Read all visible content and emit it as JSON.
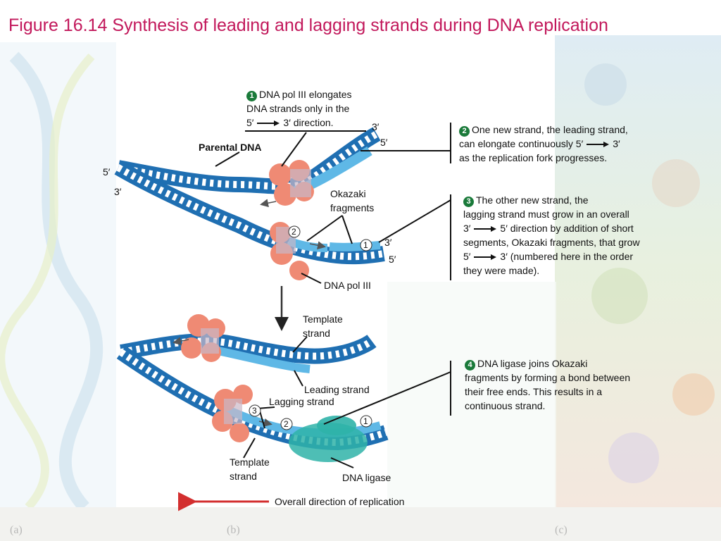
{
  "title": "Figure 16.14 Synthesis of leading and lagging strands during DNA replication",
  "panel_labels": [
    "(a)",
    "(b)",
    "(c)"
  ],
  "colors": {
    "title": "#c2185b",
    "parental_strand": "#1f6fb2",
    "new_strand": "#5fb8e6",
    "dna_pol_III": "#ef8a74",
    "dna_ligase": "#2fb3a8",
    "replication_arrow": "#d32f2f",
    "step_badge": "#1a7a3a"
  },
  "step1": {
    "num": "1",
    "line1": "DNA pol III elongates",
    "line2": "DNA strands only in the",
    "from": "5′",
    "to": "3′ direction."
  },
  "step2": {
    "num": "2",
    "line1": "One new strand, the leading strand,",
    "line2": "can elongate continuously  5′",
    "line2_end": "3′",
    "line3": "as the replication fork progresses."
  },
  "step3": {
    "num": "3",
    "line1": "The other new strand, the",
    "line2": "lagging strand must grow in an overall",
    "line3_start": "3′",
    "line3_end": "5′ direction by addition of short",
    "line4": "segments, Okazaki fragments, that grow",
    "line5_start": "5′",
    "line5_end": "3′ (numbered here in the order",
    "line6": "they were made)."
  },
  "step4": {
    "num": "4",
    "line1": "DNA ligase joins Okazaki",
    "line2": "fragments by forming a bond between",
    "line3": "their free ends. This results in a",
    "line4": "continuous strand."
  },
  "labels": {
    "parental_dna": "Parental DNA",
    "okazaki_line1": "Okazaki",
    "okazaki_line2": "fragments",
    "dna_pol_iii": "DNA pol III",
    "template_top_line1": "Template",
    "template_top_line2": "strand",
    "leading_strand": "Leading strand",
    "lagging_strand": "Lagging strand",
    "template_bottom_line1": "Template",
    "template_bottom_line2": "strand",
    "dna_ligase": "DNA ligase",
    "overall_direction": "Overall direction of replication"
  },
  "primes": {
    "top_right_3": "3′",
    "top_right_5": "5′",
    "left_5": "5′",
    "left_3": "3′",
    "lag_right_3": "3′",
    "lag_right_5": "5′"
  },
  "fragment_numbers": {
    "top_1": "1",
    "top_2": "2",
    "bottom_1": "1",
    "bottom_2": "2",
    "bottom_3": "3"
  }
}
